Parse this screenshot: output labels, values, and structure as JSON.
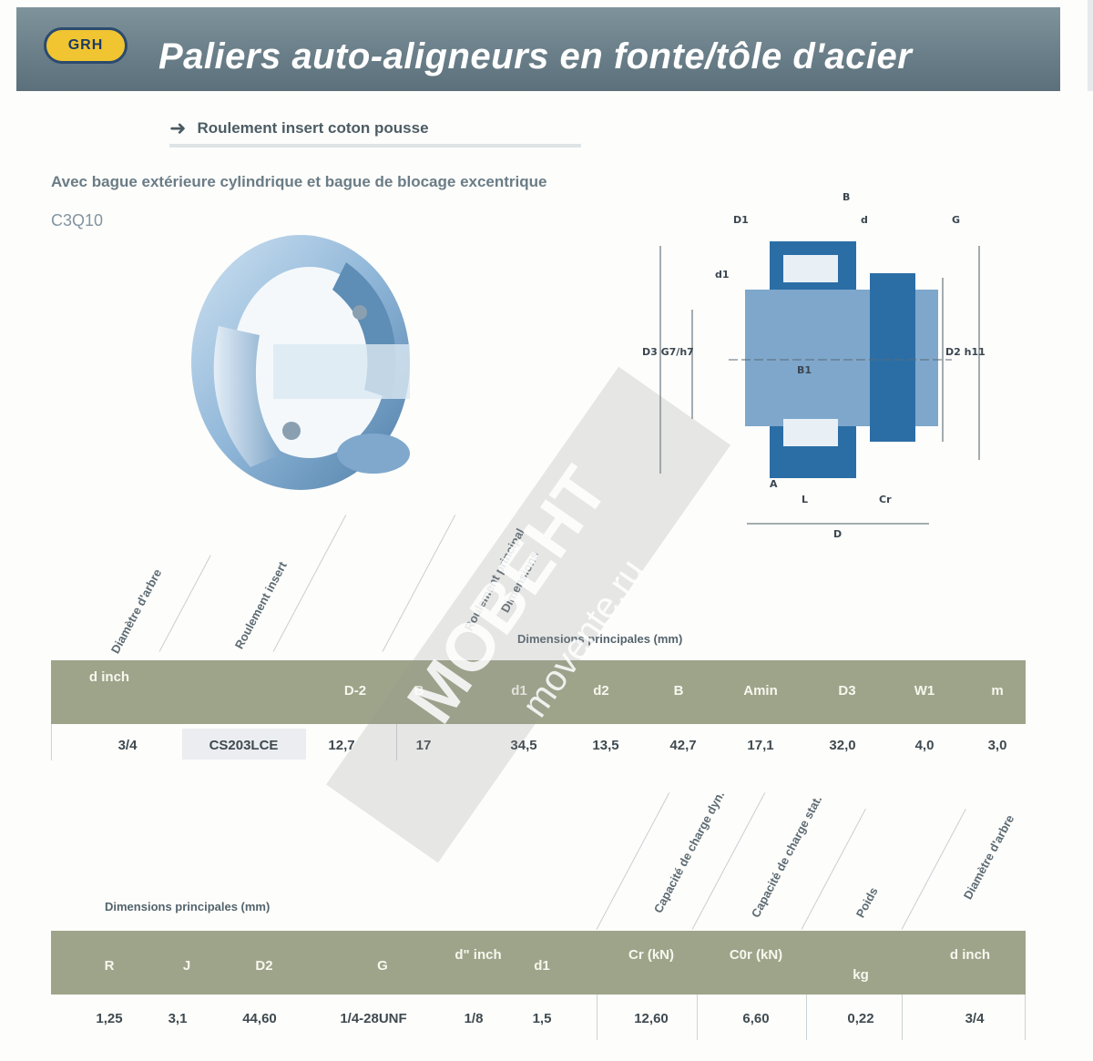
{
  "header": {
    "logo_text": "GRH",
    "title": "Paliers auto-aligneurs en fonte/tôle d'acier"
  },
  "section": {
    "subtitle": "Roulement insert coton pousse",
    "description": "Avec bague extérieure cylindrique et bague de blocage excentrique",
    "part_code": "C3Q10"
  },
  "drawing": {
    "labels": [
      "D1",
      "B",
      "d",
      "G",
      "d1",
      "D2 h11",
      "D3 G7/h7",
      "B1",
      "A",
      "L",
      "Cr",
      "D"
    ]
  },
  "table1": {
    "rotated_headers": [
      "Diamètre d'arbre",
      "Roulement insert",
      "Roulement principal",
      "Dimensions"
    ],
    "group_label": "Dimensions principales (mm)",
    "headers": [
      "d inch",
      "",
      "D-2",
      "B",
      "d1",
      "d2",
      "B",
      "Amin",
      "D3",
      "W1",
      "m"
    ],
    "row": [
      "3/4",
      "CS203LCE",
      "12,7",
      "17",
      "34,5",
      "13,5",
      "42,7",
      "17,1",
      "32,0",
      "4,0",
      "3,0"
    ]
  },
  "table2": {
    "rotated_headers": [
      "Capacité de charge dyn.",
      "Capacité de charge stat.",
      "Poids",
      "Diamètre d'arbre"
    ],
    "group_label": "Dimensions principales (mm)",
    "headers": [
      "R",
      "J",
      "D2",
      "G",
      "d\" inch",
      "d1",
      "Cr (kN)",
      "C0r (kN)",
      "kg",
      "d inch"
    ],
    "row": [
      "1,25",
      "3,1",
      "44,60",
      "1/4-28UNF",
      "1/8",
      "1,5",
      "12,60",
      "6,60",
      "0,22",
      "3/4"
    ]
  },
  "watermark": {
    "brand": "МОВЕНТ",
    "url": "movente.ru"
  },
  "colors": {
    "header": "#6f838d",
    "band": "#9ea48a",
    "bearing_blue": "#8fb6d8"
  }
}
